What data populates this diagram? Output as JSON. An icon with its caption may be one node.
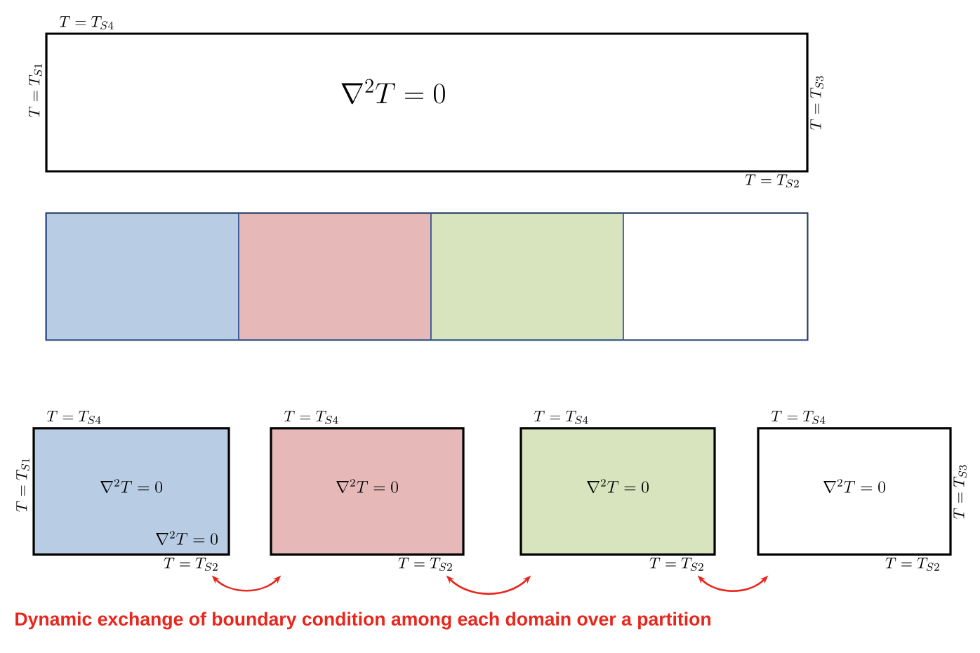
{
  "diagram": {
    "caption": "Dynamic exchange of boundary condition among each domain over a partition",
    "nodes": [
      {
        "text": [
          "\\nabla^2 T = 0"
        ],
        "beside": [
          "T = T_{S4}",
          "T = T_{S2}",
          "T = T_{S1}",
          "T = T_{S3}"
        ]
      },
      {
        "text": [],
        "shape": "box"
      },
      {
        "text": [],
        "shape": "box",
        "in": 1
      },
      {
        "text": [],
        "shape": "box",
        "in": 1
      },
      {
        "text": [],
        "shape": "box",
        "in": 1
      },
      {
        "text": [],
        "shape": "box",
        "in": 1
      },
      {
        "text": [
          "\\nabla^2 T = 0",
          "\\nabla^2 T = 0"
        ],
        "beside": [
          "T = T_{S4}",
          "T = T_{S2}",
          "T = T_{S1}"
        ]
      },
      {
        "text": [
          "\\nabla^2 T = 0"
        ],
        "beside": [
          "T = T_{S4}",
          "T = T_{S2}"
        ]
      },
      {
        "text": [
          "\\nabla^2 T = 0"
        ],
        "beside": [
          "T = T_{S4}",
          "T = T_{S2}"
        ]
      },
      {
        "text": [
          "\\nabla^2 T = 0"
        ],
        "beside": [
          "T = T_{S4}",
          "T = T_{S2}",
          "T = T_{S3}"
        ]
      }
    ],
    "edges": [
      {
        "from": 6,
        "to": 7,
        "arrow": "both"
      },
      {
        "from": 7,
        "to": 8,
        "arrow": "both"
      },
      {
        "from": 8,
        "to": 9,
        "arrow": "both"
      }
    ]
  }
}
